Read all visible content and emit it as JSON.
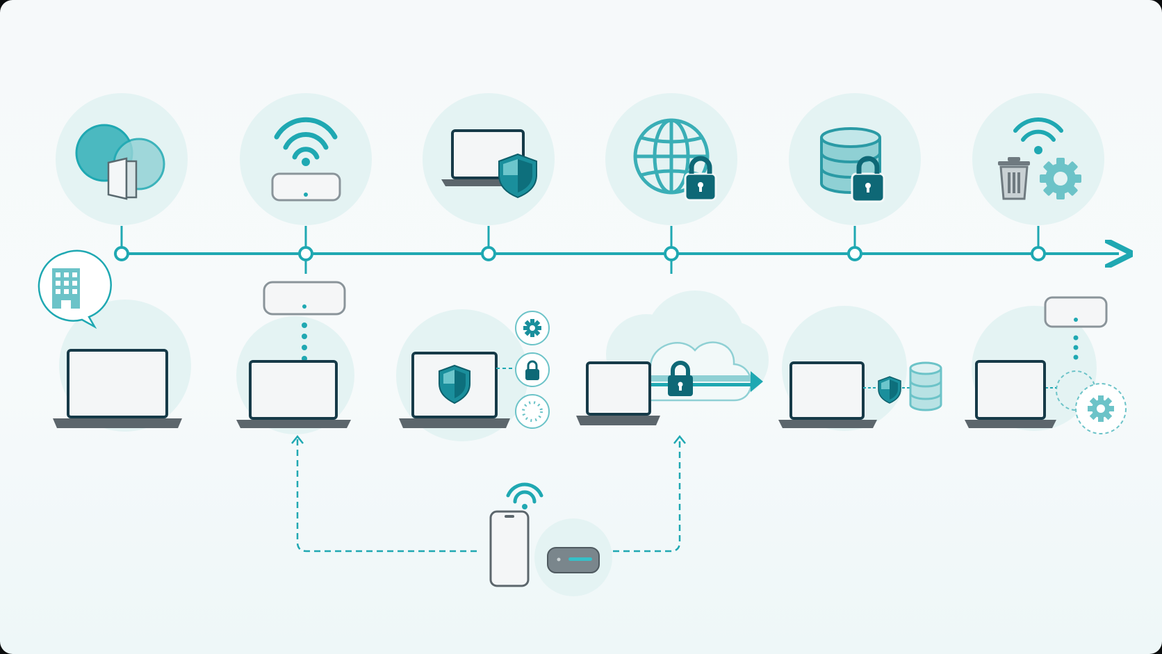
{
  "diagram": {
    "colors": {
      "teal": "#1fa8b2",
      "teal_dark": "#0d6f7c",
      "teal_light": "#e4f3f3",
      "navy": "#163a48",
      "gray": "#8a949a",
      "laptop_base": "#5c666c"
    },
    "stages": [
      {
        "id": "stage-1",
        "top_icon": "overlapping-circles-door-icon",
        "bottom_icon": "laptop-office-building-icon"
      },
      {
        "id": "stage-2",
        "top_icon": "wifi-router-icon",
        "bottom_icon": "laptop-router-connection-icon"
      },
      {
        "id": "stage-3",
        "top_icon": "laptop-shield-icon",
        "bottom_icon": "laptop-security-options-icon"
      },
      {
        "id": "stage-4",
        "top_icon": "globe-lock-icon",
        "bottom_icon": "laptop-cloud-encrypted-transfer-icon"
      },
      {
        "id": "stage-5",
        "top_icon": "database-lock-icon",
        "bottom_icon": "laptop-shield-database-icon"
      },
      {
        "id": "stage-6",
        "top_icon": "wifi-trash-gear-icon",
        "bottom_icon": "laptop-router-gear-icon"
      }
    ],
    "remote_devices": [
      "smartphone-icon",
      "portable-drive-icon"
    ]
  }
}
